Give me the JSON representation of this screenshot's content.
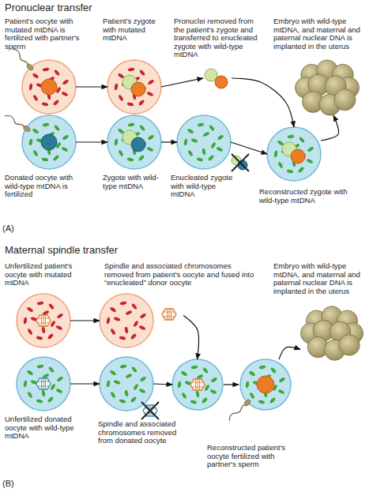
{
  "diagram": {
    "nodes": [
      {
        "text": [
          "Patient's oocyte with mutated mtDNA is fertilized with partner's sperm"
        ]
      },
      {
        "text": [
          "Patient's zygote with mutated mtDNA"
        ]
      },
      {
        "text": [
          "Pronuclei removed from the patient's zygote and transferred to enucleated zygote with wild-type mtDNA"
        ]
      },
      {
        "text": [
          "Embryo with wild-type mtDNA, and maternal and paternal nuclear DNA is implanted in the uterus"
        ]
      },
      {
        "text": [
          "Donated oocyte with wild-type mtDNA is fertilized"
        ]
      },
      {
        "text": [
          "Zygote with wild-type mtDNA"
        ]
      },
      {
        "text": [
          "Enucleated zygote with wild-type mtDNA"
        ]
      },
      {
        "text": [
          "Reconstructed zygote with wild-type mtDNA"
        ]
      },
      {
        "text": [
          "Unfertilized patient's oocyte with mutated mtDNA"
        ]
      },
      {
        "text": [
          "Spindle and associated chromosomes removed from patient's oocyte and fused into “enucleated” donor oocyte"
        ]
      },
      {
        "text": [
          "Embryo with wild-type mtDNA, and maternal and paternal nuclear DNA is implanted in the uterus"
        ]
      },
      {
        "text": [
          "Unfertilized donated oocyte with wild-type mtDNA"
        ]
      },
      {
        "text": [
          "Spindle and associated chromosomes removed from donated oocyte"
        ]
      },
      {
        "text": [
          "Reconstructed patient's oocyte fertilized with partner's sperm"
        ]
      }
    ],
    "edges": [
      {
        "from": 0,
        "to": 1,
        "arrow": "to"
      },
      {
        "from": 1,
        "to": 2,
        "arrow": "to"
      },
      {
        "from": 2,
        "to": 7,
        "arrow": "to"
      },
      {
        "from": 4,
        "to": 5,
        "arrow": "to"
      },
      {
        "from": 5,
        "to": 6,
        "arrow": "to"
      },
      {
        "from": 6,
        "to": 7,
        "arrow": "to"
      },
      {
        "from": 7,
        "to": 3,
        "arrow": "to"
      },
      {
        "from": 8,
        "to": 9,
        "arrow": "to"
      },
      {
        "from": 9,
        "to": 13,
        "arrow": "to"
      },
      {
        "from": 11,
        "to": 12,
        "arrow": "to"
      },
      {
        "from": 12,
        "to": 13,
        "arrow": "to"
      },
      {
        "from": 13,
        "to": 10,
        "arrow": "to"
      }
    ],
    "labels": [
      "Pronuclear transfer",
      "(A)",
      "Maternal spindle transfer",
      "(B)"
    ]
  }
}
